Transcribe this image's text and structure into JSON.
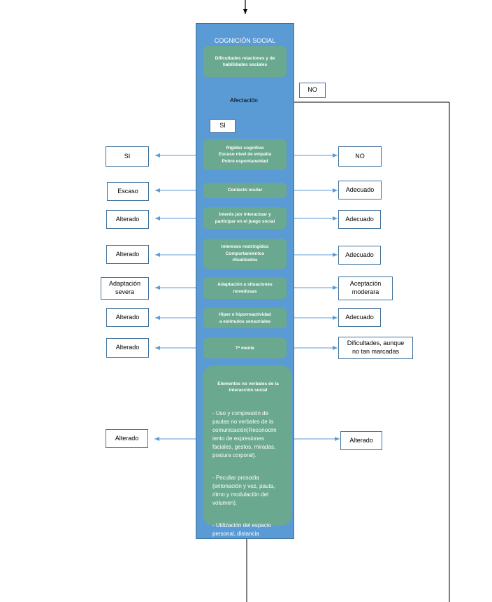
{
  "colors": {
    "column": "#5b9bd5",
    "node": "#6aa88f",
    "box_border": "#41719c",
    "arrow": "#5b9bd5"
  },
  "title": "COGNICIÓN SOCIAL",
  "intro_node": "Dificultades relaciones y de\nhabilidades sociales",
  "decision": {
    "label": "Afectación",
    "yes": "SI",
    "no": "NO"
  },
  "rows": [
    {
      "node": "Rigidez cognitiva\nEscaso nivel de empatía\nPobre espontaneidad",
      "left": "SI",
      "right": "NO"
    },
    {
      "node": "Contacto ocular",
      "left": "Escaso",
      "right": "Adecuado"
    },
    {
      "node": "Interés por interactuar y\nparticipar en el juego social",
      "left": "Alterado",
      "right": "Adecuado"
    },
    {
      "node": "Intereses restringidos\nComportamientos\nritualizados",
      "left": "Alterado",
      "right": "Adecuado"
    },
    {
      "node": "Adaptación a situaciones\nnovedosas",
      "left": "Adaptación\nsevera",
      "right": "Aceptación\nmoderara"
    },
    {
      "node": "Hiper o hiporreactividad\na estímulos sensoriales",
      "left": "Alterado",
      "right": "Adecuado"
    },
    {
      "node": "Tª mente",
      "left": "Alterado",
      "right": "Dificultades, aunque\nno tan marcadas"
    }
  ],
  "final_node": {
    "heading": "Elementos no verbales de la\ninteracción social",
    "paragraphs": [
      " -  Uso y compresión de\npautas no  verbales de la\ncomunicación(Reconocim\niento de expresiones\nfaciales, gestos, miradas,\npostura corporal).",
      " -  Peculiar prosodia\n(entonación y voz, pauta,\nritmo y modulación del\nvolumen).",
      " -  Utilización del espacio\npersonal, distancia\nfísica..."
    ],
    "left": "Alterado",
    "right": "Alterado"
  }
}
